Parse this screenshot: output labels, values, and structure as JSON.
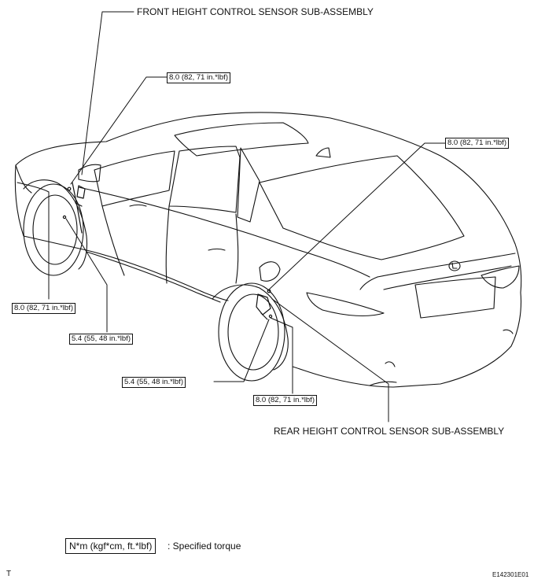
{
  "labels": {
    "front_sensor": "FRONT HEIGHT CONTROL SENSOR SUB-ASSEMBLY",
    "rear_sensor": "REAR HEIGHT CONTROL SENSOR SUB-ASSEMBLY"
  },
  "torques": {
    "front_upper": "8.0 (82, 71 in.*lbf)",
    "rear_upper": "8.0 (82, 71 in.*lbf)",
    "front_lower_left": "8.0 (82, 71 in.*lbf)",
    "front_lower_right": "5.4 (55, 48 in.*lbf)",
    "rear_lower_left": "5.4 (55, 48 in.*lbf)",
    "rear_lower_right": "8.0 (82, 71 in.*lbf)"
  },
  "legend": {
    "unit_box": "N*m (kgf*cm, ft.*lbf)",
    "description": ": Specified torque"
  },
  "footer": {
    "left_mark": "T",
    "figure_id": "E142301E01"
  },
  "colors": {
    "line": "#111111",
    "background": "#ffffff"
  }
}
